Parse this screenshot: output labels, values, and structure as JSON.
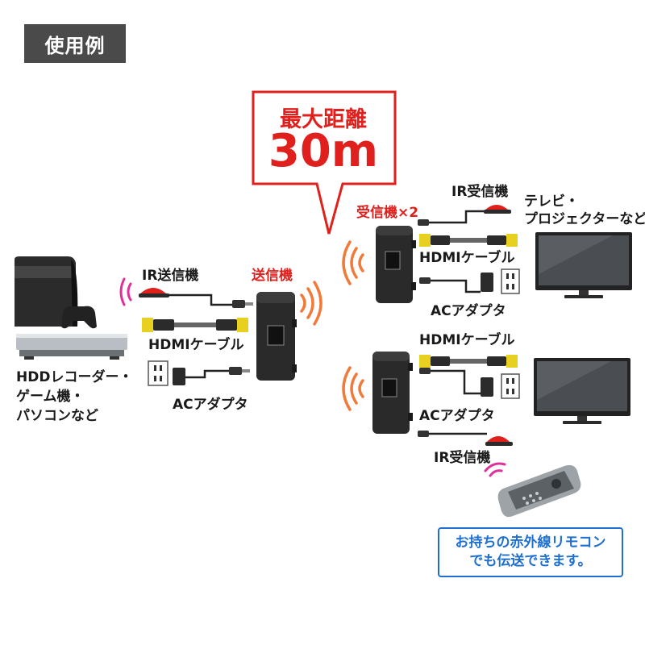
{
  "section_tag": "使用例",
  "distance": {
    "line1": "最大距離",
    "line2": "30m"
  },
  "source_device": {
    "line1": "HDDレコーダー・",
    "line2": "ゲーム機・",
    "line3": "パソコンなど"
  },
  "transmitter": {
    "label": "送信機",
    "ir_label": "IR送信機",
    "hdmi_label": "HDMIケーブル",
    "ac_label": "ACアダプタ"
  },
  "receiver": {
    "label": "受信機×2",
    "unit1": {
      "ir_label": "IR受信機",
      "hdmi_label": "HDMIケーブル",
      "ac_label": "ACアダプタ"
    },
    "unit2": {
      "hdmi_label": "HDMIケーブル",
      "ac_label": "ACアダプタ",
      "ir_label": "IR受信機"
    }
  },
  "display": {
    "line1": "テレビ・",
    "line2": "プロジェクターなど"
  },
  "note": {
    "line1": "お持ちの赤外線リモコン",
    "line2": "でも伝送できます。"
  },
  "colors": {
    "accent_red": "#e0201c",
    "note_blue": "#1e6fd0",
    "wave_orange": "#f07a3a",
    "wave_magenta": "#e0309a"
  }
}
